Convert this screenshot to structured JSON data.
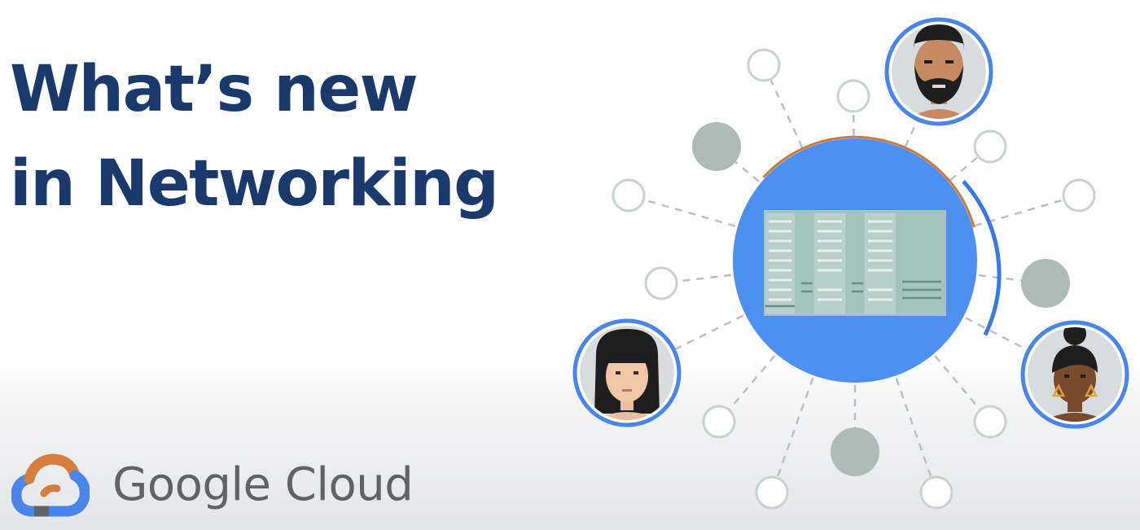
{
  "headline": {
    "line1": "What’s new",
    "line2": "in Networking"
  },
  "brand": {
    "name": "Google Cloud",
    "logo_icon": "google-cloud-logo-icon"
  },
  "colors": {
    "headline": "#1b3a6b",
    "hub_blue": "#4f8ff0",
    "avatar_ring": "#4a86e8",
    "node_gray": "#aebcb8",
    "node_outline": "#c9d2cf",
    "arc_orange": "#c77a3c"
  },
  "icons": {
    "hub": "server-rack-icon",
    "avatars": [
      "person-bearded-man-icon",
      "person-woman-bangs-icon",
      "person-woman-bun-icon"
    ]
  }
}
